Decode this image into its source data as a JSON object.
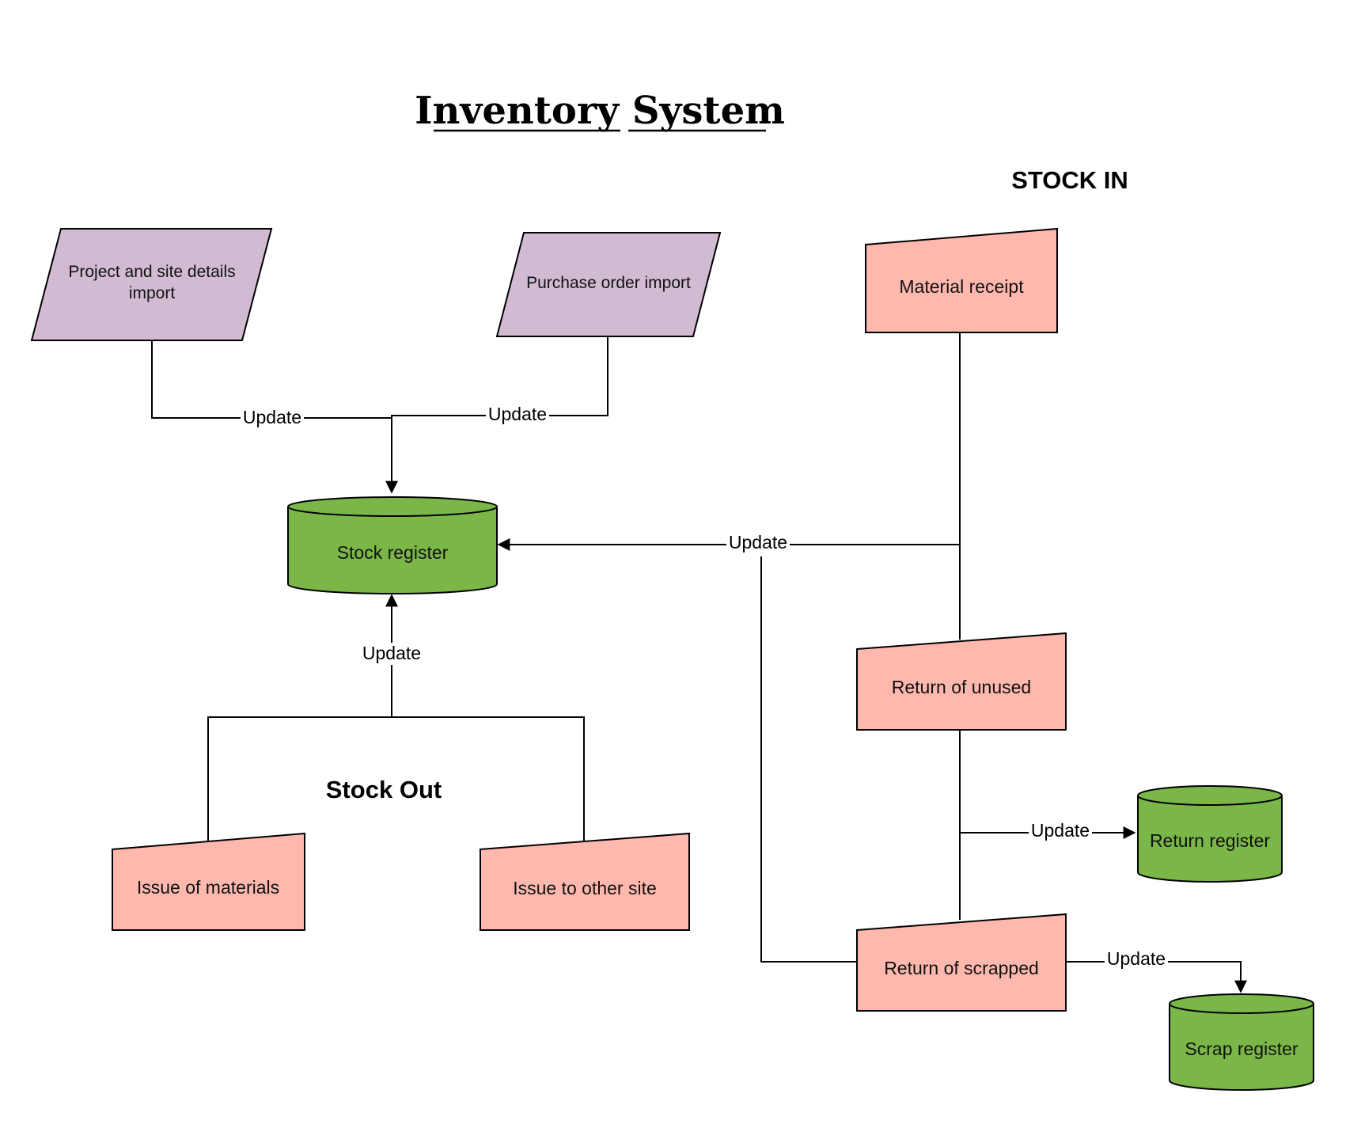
{
  "title": "Inventory System",
  "sections": {
    "stock_in": "STOCK IN",
    "stock_out": "Stock Out"
  },
  "nodes": {
    "project_import": {
      "line1": "Project and site details",
      "line2": "import"
    },
    "purchase_import": "Purchase order import",
    "material_receipt": "Material receipt",
    "stock_register": "Stock register",
    "return_unused": "Return of unused",
    "return_register": "Return register",
    "return_scrapped": "Return of scrapped",
    "scrap_register": "Scrap register",
    "issue_materials": "Issue of materials",
    "issue_other_site": "Issue to other site"
  },
  "edge_labels": {
    "project_update": "Update",
    "purchase_update": "Update",
    "stock_in_update": "Update",
    "stock_out_update": "Update",
    "return_update": "Update",
    "scrap_update": "Update"
  },
  "colors": {
    "data_input": "#d2bbd2",
    "manual_input": "#ffb8ad",
    "database": "#7ab648",
    "stroke": "#000000"
  }
}
